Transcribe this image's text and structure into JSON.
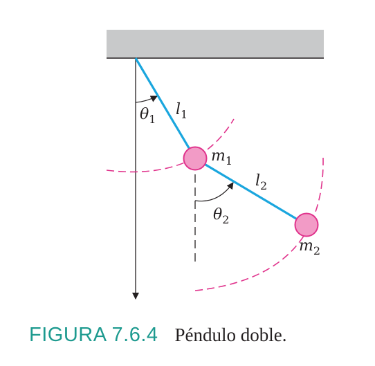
{
  "labels": {
    "theta1": {
      "main": "θ",
      "sub": "1"
    },
    "l1": {
      "main": "l",
      "sub": "1"
    },
    "m1": {
      "main": "m",
      "sub": "1"
    },
    "l2": {
      "main": "l",
      "sub": "2"
    },
    "theta2": {
      "main": "θ",
      "sub": "2"
    },
    "m2": {
      "main": "m",
      "sub": "2"
    }
  },
  "caption": {
    "label": "FIGURA 7.6.4",
    "text": "Péndulo doble."
  },
  "colors": {
    "rod": "#1aa6de",
    "mass_fill": "#f29bc6",
    "mass_stroke": "#e0338c",
    "arc_dashed": "#e0338c",
    "ceiling": "#c8c9ca",
    "caption_label": "#1d9a8f",
    "text": "#231f20"
  }
}
